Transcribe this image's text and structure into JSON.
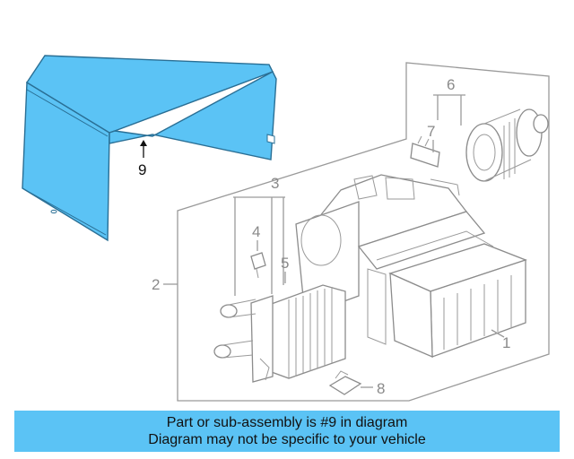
{
  "diagram": {
    "callouts": [
      "1",
      "2",
      "3",
      "4",
      "5",
      "6",
      "7",
      "8",
      "9"
    ],
    "highlight_callout": "9",
    "highlight_color": "#5bc3f5"
  },
  "banner": {
    "line1": "Part or sub-assembly is #9 in diagram",
    "line2": "Diagram may not be specific to your vehicle",
    "background": "#5bc3f5"
  }
}
